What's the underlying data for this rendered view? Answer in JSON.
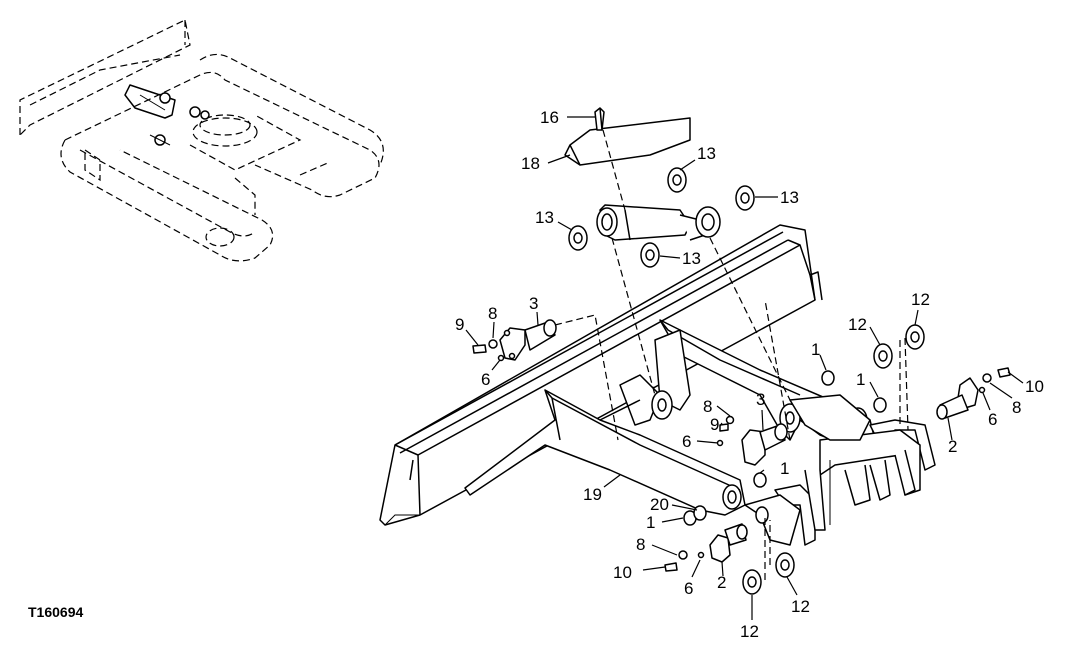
{
  "figure_id": "T160694",
  "callouts": {
    "c16": "16",
    "c18": "18",
    "c13a": "13",
    "c13b": "13",
    "c13c": "13",
    "c13d": "13",
    "c3a": "3",
    "c9a": "9",
    "c8a": "8",
    "c6a": "6",
    "c12a": "12",
    "c12b": "12",
    "c12c": "12",
    "c12d": "12",
    "c1a": "1",
    "c1b": "1",
    "c1c": "1",
    "c1d": "1",
    "c10a": "10",
    "c8b": "8",
    "c6b": "6",
    "c2a": "2",
    "c8c": "8",
    "c9b": "9",
    "c6c": "6",
    "c3b": "3",
    "c19": "19",
    "c20": "20",
    "c8d": "8",
    "c10b": "10",
    "c6d": "6",
    "c2b": "2"
  }
}
